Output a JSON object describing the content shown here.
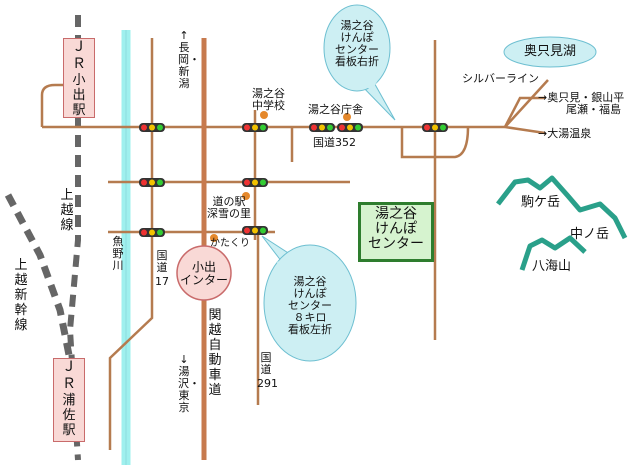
{
  "stations": {
    "obushi": {
      "jr": "Ｊ Ｒ",
      "name": "小\n出\n駅"
    },
    "urasa": {
      "jr": "Ｊ Ｒ",
      "name": "浦\n佐\n駅"
    }
  },
  "rail_lines": {
    "joetsu": "上越線",
    "shinkansen": "上越新幹線"
  },
  "river": "魚野川",
  "roads": {
    "r17": {
      "label": "国道",
      "num": "17"
    },
    "r352": "国道352",
    "r291": {
      "label": "国道",
      "num": "291"
    },
    "expressway": "関越自動車道",
    "silver_line": "シルバーライン"
  },
  "directions": {
    "nagaoka": "↑長岡・新潟",
    "yuzawa": "↓湯沢・東京",
    "okutadami": "→奥只見・銀山平",
    "okutadami_line2": "尾瀬・福島",
    "oyu": "→大湯温泉"
  },
  "places": {
    "junior_high": "湯之谷\n中学校",
    "town_office": "湯之谷庁舎",
    "michinoeki": "道の駅\n深雪の里",
    "katakuri": "かたくり"
  },
  "interchange": "小出\nインター",
  "bubbles": {
    "right_turn": "湯之谷\nけんぽ\nセンター\n看板右折",
    "left_turn": "湯之谷\nけんぽ\nセンター\n８キロ\n看板左折",
    "lake": "奥只見湖"
  },
  "destination": "湯之谷\nけんぽ\nセンター",
  "mountains": {
    "komagatake": "駒ケ岳",
    "nakanodake": "中ノ岳",
    "hakkaisan": "八海山"
  },
  "colors": {
    "road": "#b57b4f",
    "river": "#9ff0ee",
    "expressway": "#c77a4e",
    "mountain": "#2aa08a",
    "bubble": "#cdeff3",
    "bubble_stroke": "#6dbfd1",
    "station_fill": "#f9d9d6",
    "destination_fill": "#d6f3cf",
    "destination_border": "#2e7d2e",
    "landmark_dot": "#e5882b"
  }
}
